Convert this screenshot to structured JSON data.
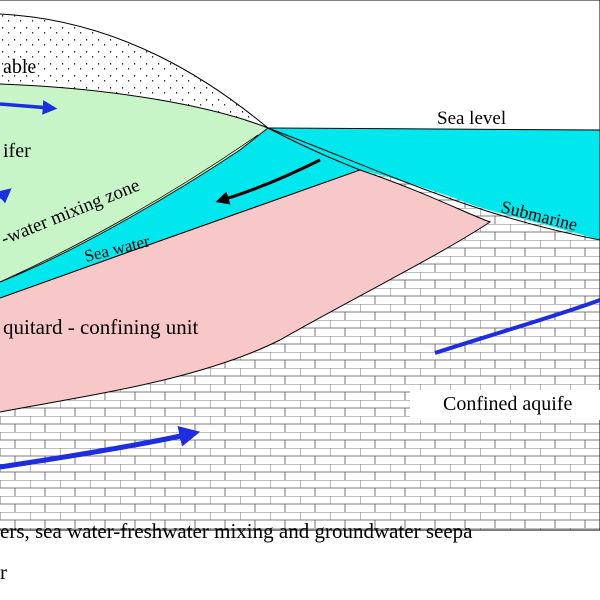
{
  "labels": {
    "water_table": "able",
    "aquifer": "ifer",
    "mixing_zone": "-water mixing zone",
    "sea_water": "Sea water",
    "sea_level": "Sea level",
    "submarine": "Submarine",
    "aquitard": "quitard - confining unit",
    "confined_aquifer": "Confined aquife"
  },
  "caption": {
    "line1": "ers, sea water-freshwater mixing and groundwater seepa",
    "line2": "r"
  },
  "colors": {
    "unsaturated_zone": "#ffffff",
    "fresh_aquifer": "#c8f5c8",
    "sea_water": "#00e8ee",
    "aquitard": "#f8c8c8",
    "confined_aquifer_bricks": "#ffffff",
    "flow_arrow": "#1c2ee0",
    "seawater_arrow": "#000000"
  }
}
